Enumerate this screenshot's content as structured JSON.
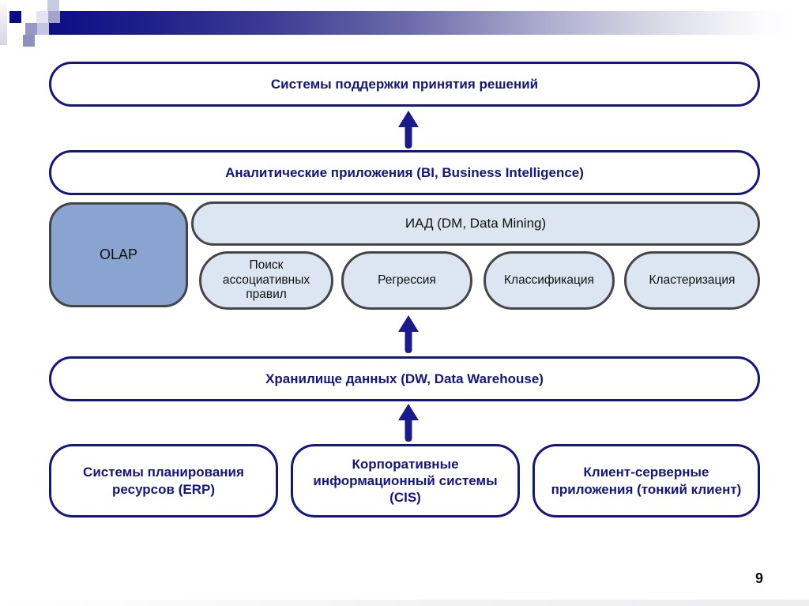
{
  "slide": {
    "page_number": "9"
  },
  "colors": {
    "navy": "#15157e",
    "arrow_navy": "#1a1a8c",
    "olap_fill": "#89a4d0",
    "light_blue_fill": "#dce6f3",
    "gray_border": "#454545",
    "deco_dark_square": "#0a0a8a"
  },
  "diagram": {
    "top_box": {
      "label": "Системы поддержки принятия решений"
    },
    "bi_box": {
      "label": "Аналитические приложения (BI,  Business Intelligence)"
    },
    "olap_box": {
      "label": "OLAP"
    },
    "dm_bar": {
      "label": "ИАД (DM, Data Mining)"
    },
    "dm_methods": [
      {
        "label": "Поиск ассоциативных правил"
      },
      {
        "label": "Регрессия"
      },
      {
        "label": "Классификация"
      },
      {
        "label": "Кластеризация"
      }
    ],
    "dw_box": {
      "label": "Хранилище данных (DW, Data Warehouse)"
    },
    "sources": [
      {
        "label": "Системы планирования ресурсов (ERP)"
      },
      {
        "label": "Корпоративные информационный системы (CIS)"
      },
      {
        "label": "Клиент-серверные приложения (тонкий клиент)"
      }
    ]
  }
}
